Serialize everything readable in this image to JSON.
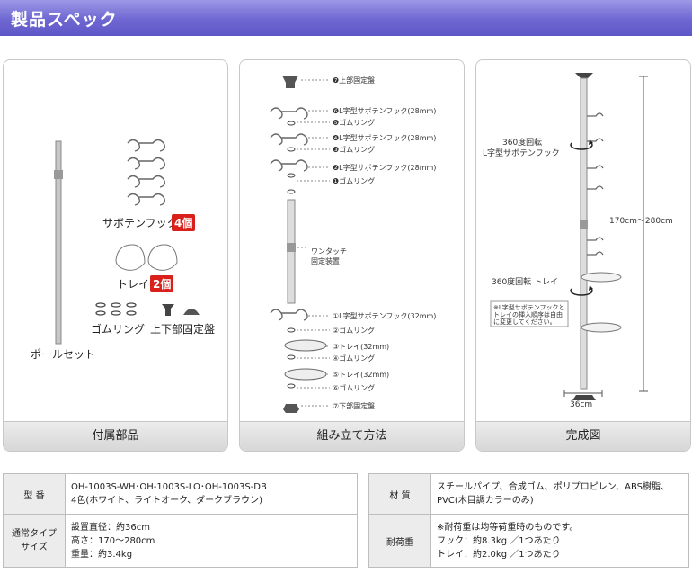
{
  "header": {
    "title": "製品スペック"
  },
  "panels": {
    "parts": {
      "footer": "付属部品",
      "hooks_label": "サボテンフック",
      "hooks_count": "4個",
      "tray_label": "トレイ",
      "tray_count": "2個",
      "rings_label": "ゴムリング",
      "plate_label": "上下部固定盤",
      "pole_label": "ポールセット"
    },
    "assembly": {
      "footer": "組み立て方法",
      "step7": "❼上部固定盤",
      "step6": "❻L字型サボテンフック(28mm)",
      "step5": "❺ゴムリング",
      "step4": "❹L字型サボテンフック(28mm)",
      "step3": "❸ゴムリング",
      "step2": "❷L字型サボテンフック(28mm)",
      "step1": "❶ゴムリング",
      "one_touch_1": "ワンタッチ",
      "one_touch_2": "固定装置",
      "b1": "①L字型サボテンフック(32mm)",
      "b2": "②ゴムリング",
      "b3": "③トレイ(32mm)",
      "b4": "④ゴムリング",
      "b5": "⑤トレイ(32mm)",
      "b6": "⑥ゴムリング",
      "b7": "⑦下部固定盤"
    },
    "complete": {
      "footer": "完成図",
      "rot1_line1": "360度回転",
      "rot1_line2": "L字型サボテンフック",
      "height": "170cm〜280cm",
      "rot2": "360度回転 トレイ",
      "note1": "※L字型サボテンフックと",
      "note2": "トレイの挿入順序は自由",
      "note3": "に変更してください。",
      "width": "36cm"
    }
  },
  "spec": {
    "model_label": "型 番",
    "model_line1": "OH-1003S-WH･OH-1003S-LO･OH-1003S-DB",
    "model_line2": "4色(ホワイト、ライトオーク、ダークブラウン)",
    "material_label": "材 質",
    "material_line1": "スチールパイプ、合成ゴム、ポリプロピレン、ABS樹脂、",
    "material_line2": "PVC(木目調カラーのみ)",
    "type_label_1": "通常タイプ",
    "type_label_2": "サイズ",
    "size_line1": "設置直径：約36cm",
    "size_line2": "高さ：170〜280cm",
    "size_line3": "重量：約3.4kg",
    "load_label": "耐荷重",
    "load_line1": "※耐荷重は均等荷重時のものです。",
    "load_line2": "フック：約8.3kg ／1つあたり",
    "load_line3": "トレイ：約2.0kg ／1つあたり"
  }
}
